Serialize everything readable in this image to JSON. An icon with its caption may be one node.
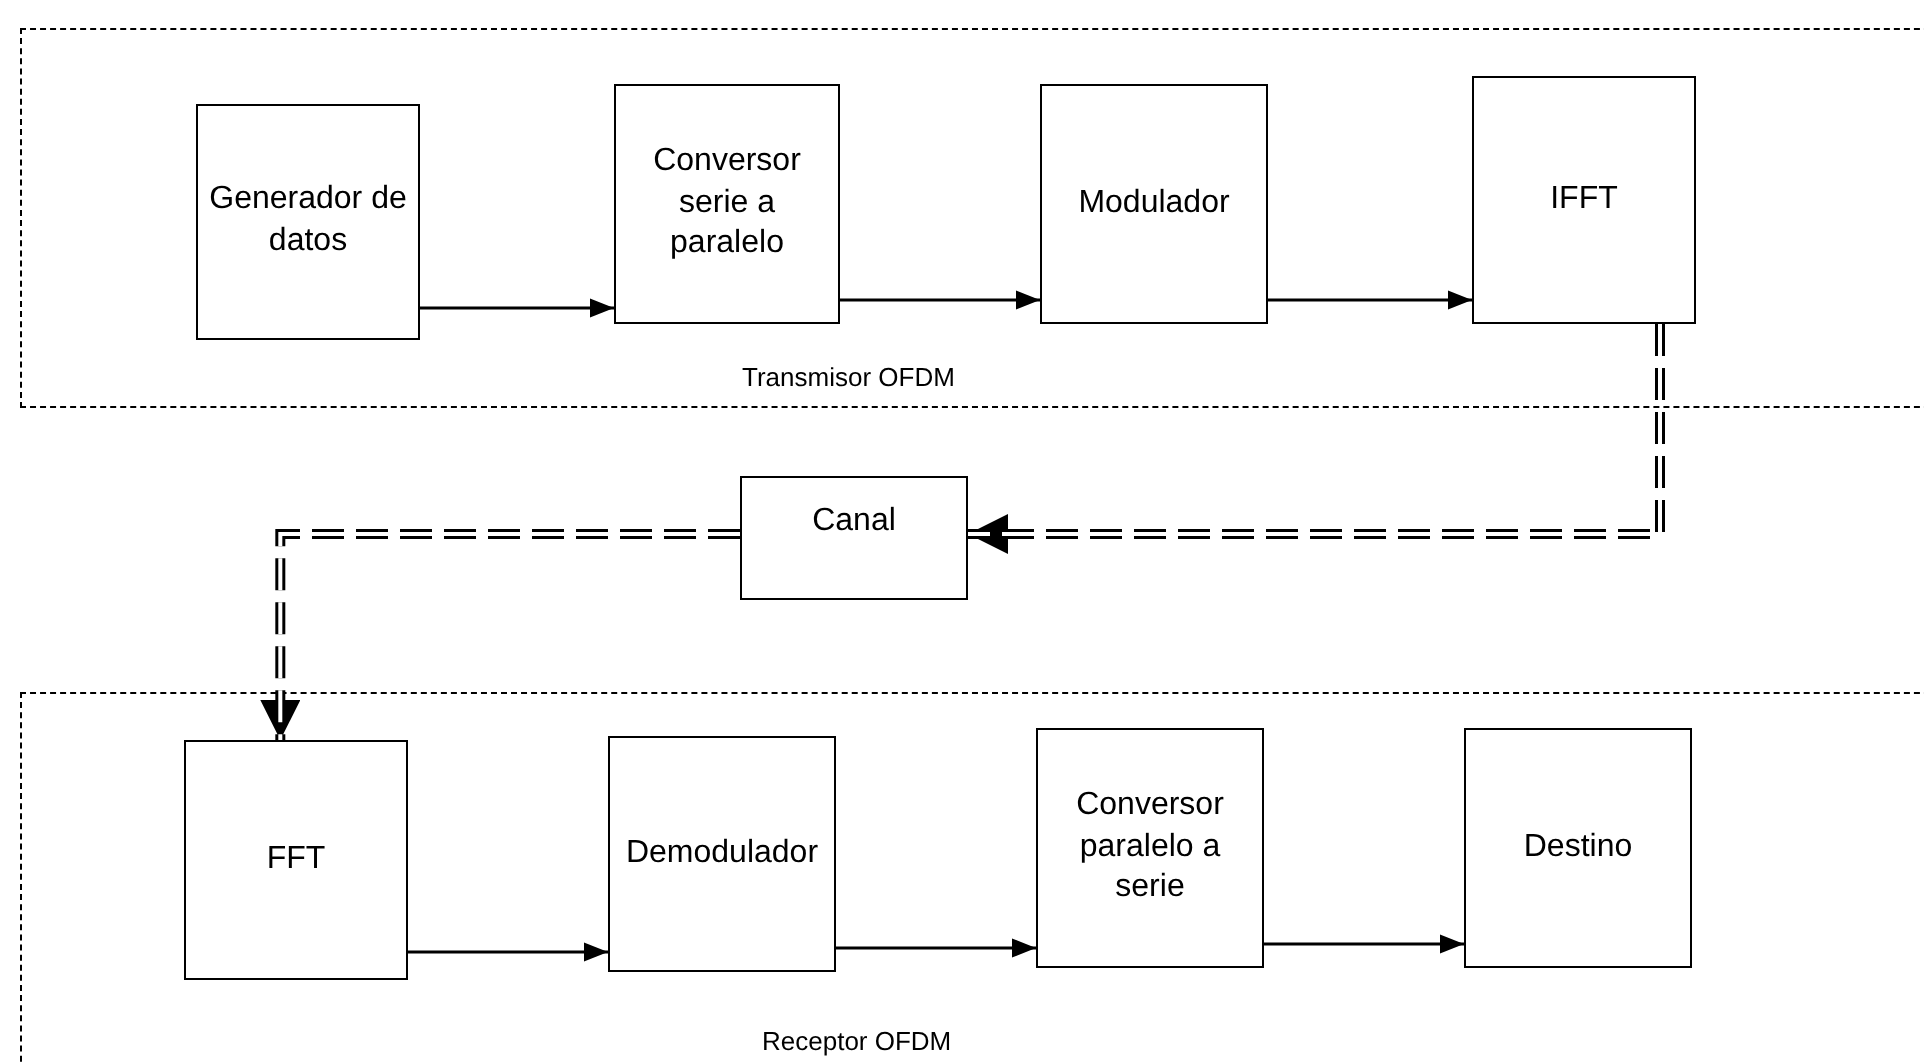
{
  "diagram": {
    "nodes": [
      {
        "text": [
          "Transmisor OFDM"
        ]
      },
      {
        "text": [
          "Generador de datos"
        ],
        "in": 0
      },
      {
        "text": [
          "Conversor serie a paralelo"
        ],
        "in": 0
      },
      {
        "text": [
          "Modulador"
        ],
        "in": 0
      },
      {
        "text": [
          "IFFT"
        ],
        "in": 0
      },
      {
        "text": [
          "Canal"
        ]
      },
      {
        "text": [
          "Receptor OFDM"
        ]
      },
      {
        "text": [
          "FFT"
        ],
        "in": 6
      },
      {
        "text": [
          "Demodulador"
        ],
        "in": 6
      },
      {
        "text": [
          "Conversor paralelo a serie"
        ],
        "in": 6
      },
      {
        "text": [
          "Destino"
        ],
        "in": 6
      }
    ],
    "edges": [
      {
        "from": 1,
        "to": 2,
        "arrow": "to"
      },
      {
        "from": 2,
        "to": 3,
        "arrow": "to"
      },
      {
        "from": 3,
        "to": 4,
        "arrow": "to"
      },
      {
        "from": 4,
        "to": 5,
        "arrow": "to",
        "style": "dashed"
      },
      {
        "from": 5,
        "to": 7,
        "arrow": "to",
        "style": "dashed"
      },
      {
        "from": 7,
        "to": 8,
        "arrow": "to"
      },
      {
        "from": 8,
        "to": 9,
        "arrow": "to"
      },
      {
        "from": 9,
        "to": 10,
        "arrow": "to"
      }
    ]
  }
}
